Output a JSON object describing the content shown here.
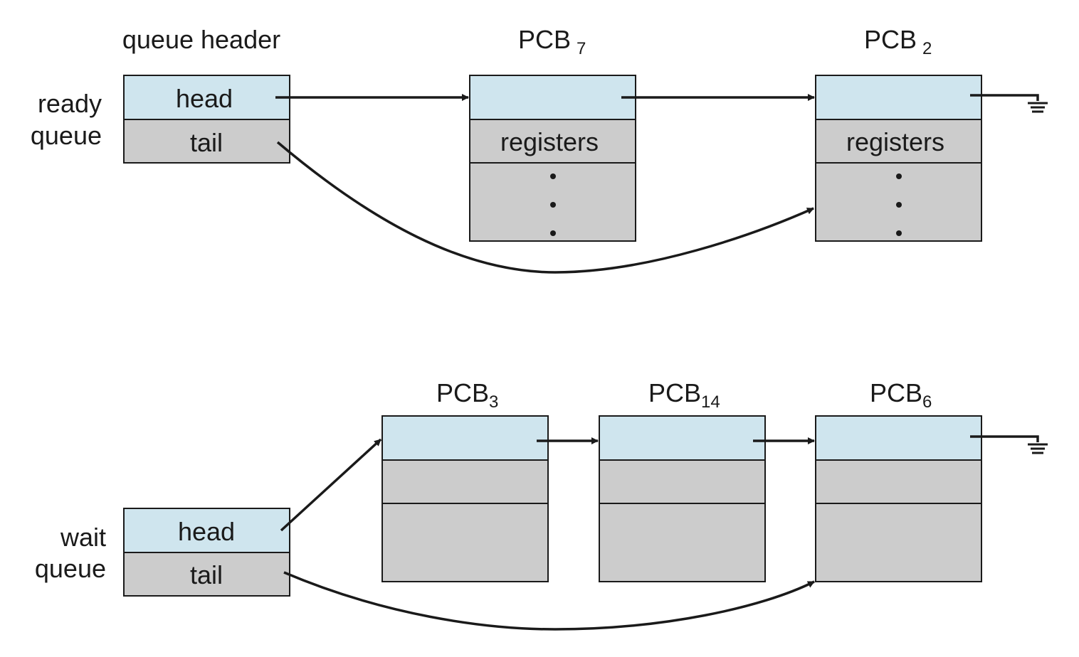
{
  "ready_queue": {
    "label_line1": "ready",
    "label_line2": "queue",
    "header_title": "queue header",
    "head_label": "head",
    "tail_label": "tail",
    "pcbs": [
      {
        "name": "PCB",
        "subscript": "7",
        "field_label": "registers",
        "ellipsis": true
      },
      {
        "name": "PCB",
        "subscript": "2",
        "field_label": "registers",
        "ellipsis": true
      }
    ],
    "terminator": "ground-icon"
  },
  "wait_queue": {
    "label_line1": "wait",
    "label_line2": "queue",
    "head_label": "head",
    "tail_label": "tail",
    "pcbs": [
      {
        "name": "PCB",
        "subscript": "3"
      },
      {
        "name": "PCB",
        "subscript": "14"
      },
      {
        "name": "PCB",
        "subscript": "6"
      }
    ],
    "terminator": "ground-icon"
  },
  "colors": {
    "pointer_field": "#cfe5ee",
    "data_field": "#cccccc",
    "line": "#1a1a1a"
  }
}
